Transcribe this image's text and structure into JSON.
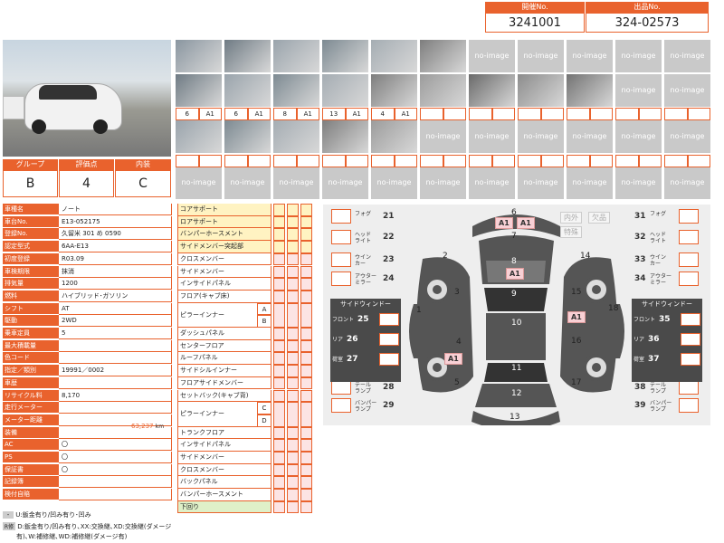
{
  "header": {
    "session_label": "開催No.",
    "session_value": "3241001",
    "lot_label": "出品No.",
    "lot_value": "324-02573"
  },
  "photos": {
    "no_image": "no-image",
    "counts": [
      [
        "6",
        "A1"
      ],
      [
        "6",
        "A1"
      ],
      [
        "8",
        "A1"
      ],
      [
        "13",
        "A1"
      ],
      [
        "4",
        "A1"
      ]
    ]
  },
  "grade": {
    "group_label": "グループ",
    "score_label": "評価点",
    "interior_label": "内装",
    "group": "B",
    "score": "4",
    "interior": "C"
  },
  "specs": [
    {
      "k": "車種名",
      "v": "ノート"
    },
    {
      "k": "車台No.",
      "v": "E13-052175"
    },
    {
      "k": "登録No.",
      "v": "久留米 301 め 0590"
    },
    {
      "k": "認定型式",
      "v": "6AA-E13"
    },
    {
      "k": "初度登録",
      "v": "R03.09"
    },
    {
      "k": "車検期限",
      "v": "抹消"
    },
    {
      "k": "排気量",
      "v": "1200"
    },
    {
      "k": "燃料",
      "v": "ハイブリッド･ガソリン"
    },
    {
      "k": "シフト",
      "v": "AT"
    },
    {
      "k": "駆動",
      "v": "2WD"
    },
    {
      "k": "乗車定員",
      "v": "5"
    },
    {
      "k": "最大積載量",
      "v": ""
    },
    {
      "k": "色コード",
      "v": ""
    },
    {
      "k": "指定／類別",
      "v": "19991／0002"
    },
    {
      "k": "車歴",
      "v": ""
    },
    {
      "k": "リサイクル料",
      "v": "8,170"
    },
    {
      "k": "走行メーター",
      "v": ""
    },
    {
      "k": "メーター距離",
      "v": ""
    },
    {
      "k": "装備",
      "v": ""
    },
    {
      "k": "AC",
      "v": "〇"
    },
    {
      "k": "PS",
      "v": "〇"
    },
    {
      "k": "保証書",
      "v": "〇"
    },
    {
      "k": "記録簿",
      "v": ""
    },
    {
      "k": "検付自賠",
      "v": ""
    }
  ],
  "mileage": {
    "value": "63,237",
    "unit": "km"
  },
  "parts": [
    "コアサポート",
    "ロアサポート",
    "バンパーホースメント",
    "サイドメンバー突起部",
    "クロスメンバー",
    "サイドメンバー",
    "インサイドパネル",
    "フロア(キャブ床)",
    "ピラーインナー",
    "",
    "ダッシュパネル",
    "センターフロア",
    "ルーフパネル",
    "サイドシルインナー",
    "フロアサイドメンバー",
    "セットバック(キャブ背)",
    "ピラーインナー",
    "",
    "トランクフロア",
    "インサイドパネル",
    "サイドメンバー",
    "クロスメンバー",
    "バックパネル",
    "バンパーホースメント",
    "下回り"
  ],
  "pillar_ab": [
    "A",
    "B"
  ],
  "pillar_cd": [
    "C",
    "D"
  ],
  "diagram": {
    "left_items": [
      {
        "label": "フォグ",
        "n": "21"
      },
      {
        "label": "ヘッド\nライト",
        "n": "22"
      },
      {
        "label": "ウイン\nカー",
        "n": "23"
      },
      {
        "label": "アウター\nミラー",
        "n": "24"
      },
      {
        "label": "テール\nランプ",
        "n": "28"
      },
      {
        "label": "バンパー\nランプ",
        "n": "29"
      }
    ],
    "right_items": [
      {
        "label": "フォグ",
        "n": "31"
      },
      {
        "label": "ヘッド\nライト",
        "n": "32"
      },
      {
        "label": "ウイン\nカー",
        "n": "33"
      },
      {
        "label": "アウター\nミラー",
        "n": "34"
      },
      {
        "label": "テール\nランプ",
        "n": "38"
      },
      {
        "label": "バンパー\nランプ",
        "n": "39"
      }
    ],
    "side_title": "サイドウィンドー",
    "left_side": [
      {
        "label": "フロント",
        "n": "25"
      },
      {
        "label": "リア",
        "n": "26"
      },
      {
        "label": "荷室",
        "n": "27"
      }
    ],
    "right_side": [
      {
        "label": "フロント",
        "n": "35"
      },
      {
        "label": "リア",
        "n": "36"
      },
      {
        "label": "荷室",
        "n": "37"
      }
    ],
    "tags": [
      "内外",
      "欠品",
      "特殊"
    ],
    "panel_nums": [
      "1",
      "2",
      "3",
      "4",
      "5",
      "6",
      "7",
      "8",
      "9",
      "10",
      "11",
      "12",
      "13",
      "14",
      "15",
      "16",
      "17",
      "18"
    ],
    "badges": [
      "A1",
      "A1",
      "A1",
      "A1",
      "A1"
    ]
  },
  "legend": {
    "line1": "U:鈑金有り/凹み有り･凹み",
    "line2_prefix": "R修",
    "line2": "D:鈑金有り/凹み有り､XX:交換継､XD:交換継(ダメージ",
    "line3": "有)､W:補修継､WD:補修継(ダメージ有)",
    "bullet": "-"
  }
}
